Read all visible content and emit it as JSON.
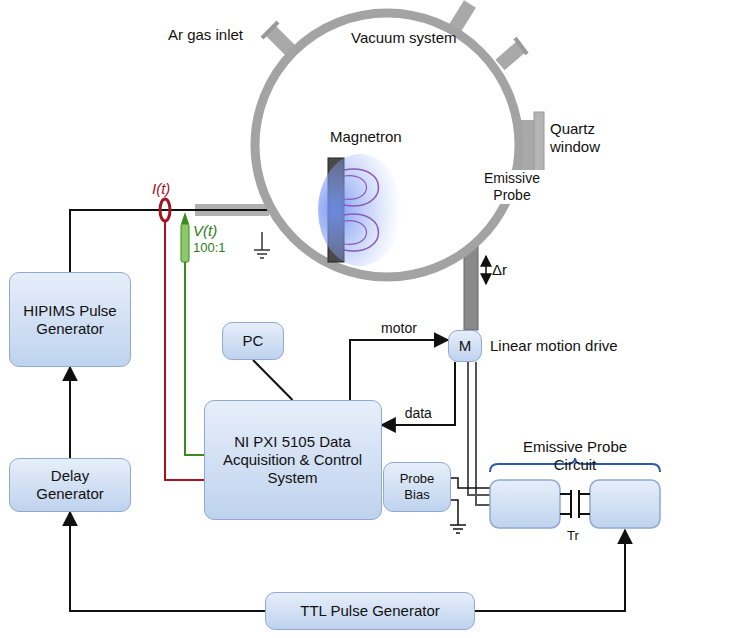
{
  "diagram": {
    "nodes": [
      {
        "text": [
          "Vacuum system"
        ]
      },
      {
        "text": [
          "HIPIMS Pulse Generator"
        ]
      },
      {
        "text": [
          "Delay Generator"
        ]
      },
      {
        "text": [
          "PC"
        ]
      },
      {
        "text": [
          "NI PXI 5105 Data Acquisition & Control System"
        ]
      },
      {
        "text": [
          "M"
        ]
      },
      {
        "text": [
          "Probe Bias"
        ]
      },
      {
        "text": [
          "TTL Pulse Generator"
        ]
      }
    ],
    "edges": [
      {
        "from": 2,
        "to": 1,
        "arrow": "to"
      },
      {
        "from": 7,
        "to": 2,
        "arrow": "to"
      },
      {
        "from": 3,
        "to": 4,
        "arrow": "none"
      },
      {
        "from": 4,
        "to": 5,
        "label": "motor",
        "arrow": "to"
      },
      {
        "from": 5,
        "to": 4,
        "label": "data",
        "arrow": "to"
      }
    ],
    "labels": [
      "Ar gas inlet",
      "Magnetron",
      "Emissive Probe",
      "Δr",
      "Quartz window",
      "Linear motion drive",
      "I(t)",
      "V(t)",
      "100:1",
      "Emissive Probe Circuit",
      "Tr"
    ]
  }
}
